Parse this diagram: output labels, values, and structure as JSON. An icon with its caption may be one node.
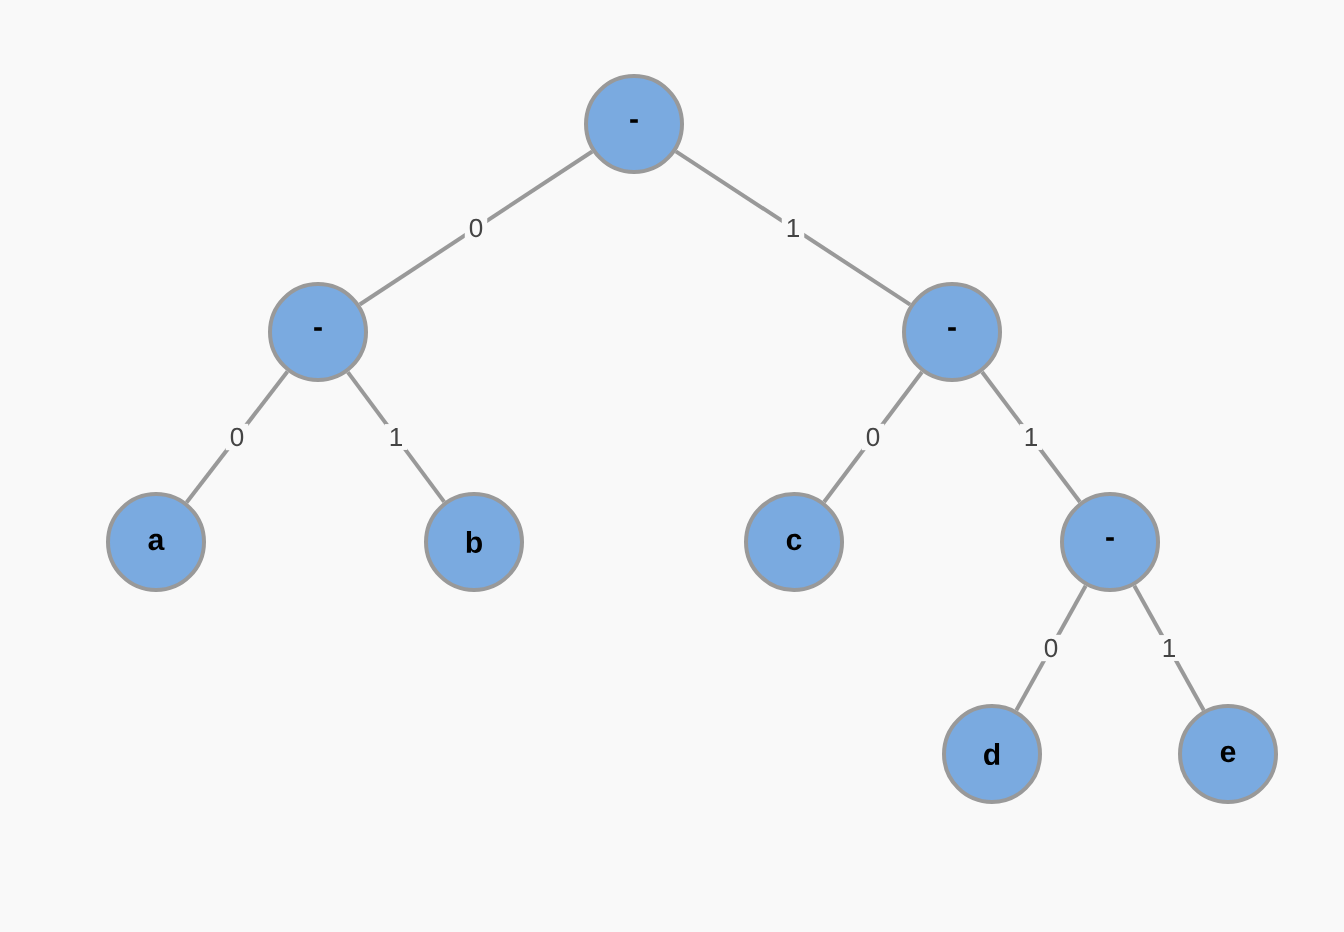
{
  "diagram": {
    "nodes": [
      {
        "text": [
          "-"
        ]
      },
      {
        "text": [
          "-"
        ]
      },
      {
        "text": [
          "-"
        ]
      },
      {
        "text": [
          "a"
        ]
      },
      {
        "text": [
          "b"
        ]
      },
      {
        "text": [
          "c"
        ]
      },
      {
        "text": [
          "-"
        ]
      },
      {
        "text": [
          "d"
        ]
      },
      {
        "text": [
          "e"
        ]
      }
    ],
    "edges": [
      {
        "from": 0,
        "to": 1,
        "arrow": "none",
        "label": "0"
      },
      {
        "from": 0,
        "to": 2,
        "arrow": "none",
        "label": "1"
      },
      {
        "from": 1,
        "to": 3,
        "arrow": "none",
        "label": "0"
      },
      {
        "from": 1,
        "to": 4,
        "arrow": "none",
        "label": "1"
      },
      {
        "from": 2,
        "to": 5,
        "arrow": "none",
        "label": "0"
      },
      {
        "from": 2,
        "to": 6,
        "arrow": "none",
        "label": "1"
      },
      {
        "from": 6,
        "to": 7,
        "arrow": "none",
        "label": "0"
      },
      {
        "from": 6,
        "to": 8,
        "arrow": "none",
        "label": "1"
      }
    ]
  }
}
